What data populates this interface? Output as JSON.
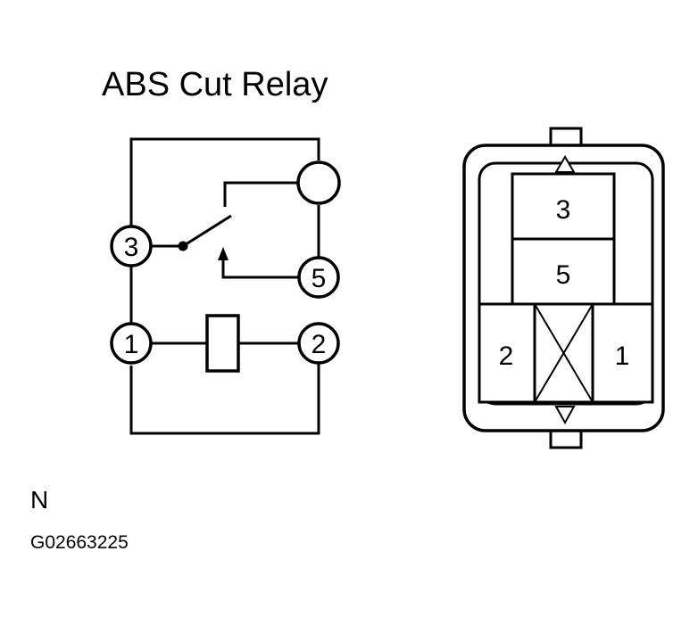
{
  "title": "ABS Cut Relay",
  "schematic": {
    "terminals": [
      "3",
      "1",
      "5",
      "2"
    ]
  },
  "connector": {
    "terminals": [
      "3",
      "5",
      "2",
      "1"
    ]
  },
  "orientation_label": "N",
  "figure_code": "G02663225"
}
